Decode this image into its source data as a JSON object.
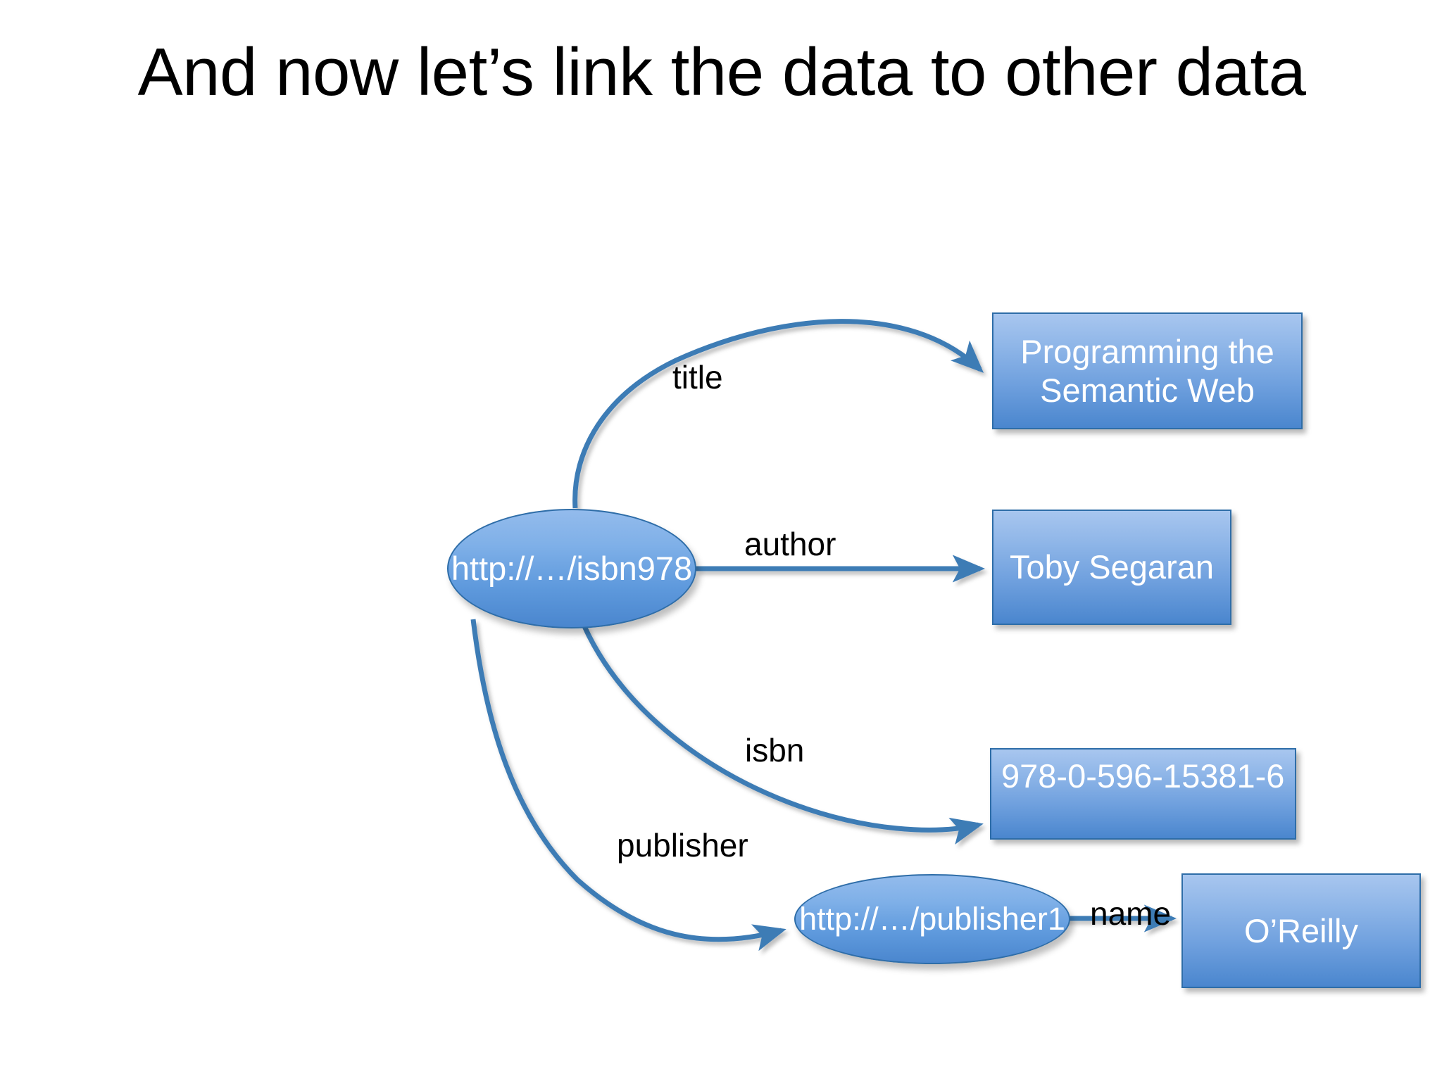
{
  "slide": {
    "title": "And now let’s link the data to other data",
    "background_color": "#ffffff",
    "title_color": "#000000"
  },
  "theme": {
    "node_fill_top": "#a8c6ef",
    "node_fill_bottom": "#4a86ce",
    "node_border": "#2E6DA8",
    "node_text_color": "#ffffff",
    "edge_color": "#3E7CB5",
    "edge_label_color": "#000000"
  },
  "graph": {
    "nodes": [
      {
        "id": "book-uri",
        "shape": "ellipse",
        "label": "http://…/isbn978"
      },
      {
        "id": "title-value",
        "shape": "rectangle",
        "label": "Programming the Semantic Web"
      },
      {
        "id": "author-value",
        "shape": "rectangle",
        "label": "Toby Segaran"
      },
      {
        "id": "isbn-value",
        "shape": "rectangle",
        "label": "978-0-596-15381-6"
      },
      {
        "id": "publisher-uri",
        "shape": "ellipse",
        "label": "http://…/publisher1"
      },
      {
        "id": "name-value",
        "shape": "rectangle",
        "label": "O’Reilly"
      }
    ],
    "edges": [
      {
        "id": "edge-title",
        "label": "title",
        "from": "book-uri",
        "to": "title-value"
      },
      {
        "id": "edge-author",
        "label": "author",
        "from": "book-uri",
        "to": "author-value"
      },
      {
        "id": "edge-isbn",
        "label": "isbn",
        "from": "book-uri",
        "to": "isbn-value"
      },
      {
        "id": "edge-publisher",
        "label": "publisher",
        "from": "book-uri",
        "to": "publisher-uri"
      },
      {
        "id": "edge-name",
        "label": "name",
        "from": "publisher-uri",
        "to": "name-value"
      }
    ]
  }
}
